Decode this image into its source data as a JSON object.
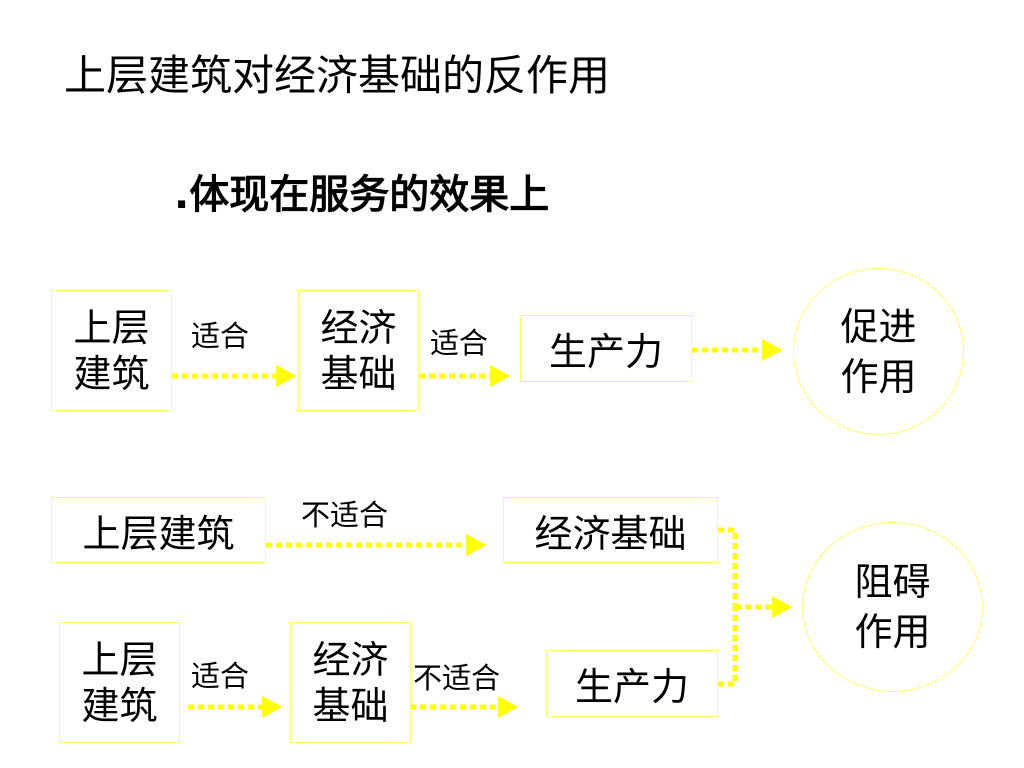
{
  "title": "上层建筑对经济基础的反作用",
  "subtitle": ".体现在服务的效果上",
  "row1": {
    "box_superstructure": [
      "上层",
      "建筑"
    ],
    "label_1": "适合",
    "box_economic_base": [
      "经济",
      "基础"
    ],
    "label_2": "适合",
    "box_productivity": "生产力",
    "result": [
      "促进",
      "作用"
    ]
  },
  "row2": {
    "box_superstructure": "上层建筑",
    "label_1": "不适合",
    "box_economic_base": "经济基础"
  },
  "row3": {
    "box_superstructure": [
      "上层",
      "建筑"
    ],
    "label_1": "适合",
    "box_economic_base": [
      "经济",
      "基础"
    ],
    "label_2": "不适合",
    "box_productivity": "生产力"
  },
  "result_hinder": [
    "阻碍",
    "作用"
  ],
  "colors": {
    "border": "#ffff66",
    "arrow": "#ffff00",
    "text": "#000000"
  }
}
